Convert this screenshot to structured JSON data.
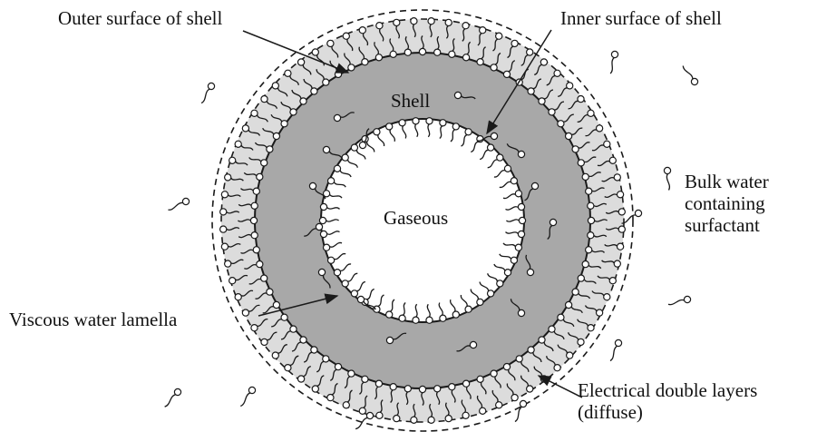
{
  "labels": {
    "outer_surface": "Outer surface of shell",
    "inner_surface": "Inner surface of shell",
    "shell": "Shell",
    "gaseous": "Gaseous",
    "bulk_water": [
      "Bulk water",
      "containing",
      "surfactant"
    ],
    "viscous_lamella": "Viscous water lamella",
    "double_layers": [
      "Electrical double layers",
      "(diffuse)"
    ]
  },
  "colors": {
    "background": "#ffffff",
    "shell_fill": "#a8a8a8",
    "diffuse_layer_fill": "#dcdcdc",
    "core_fill": "#ffffff",
    "line": "#1a1a1a"
  }
}
